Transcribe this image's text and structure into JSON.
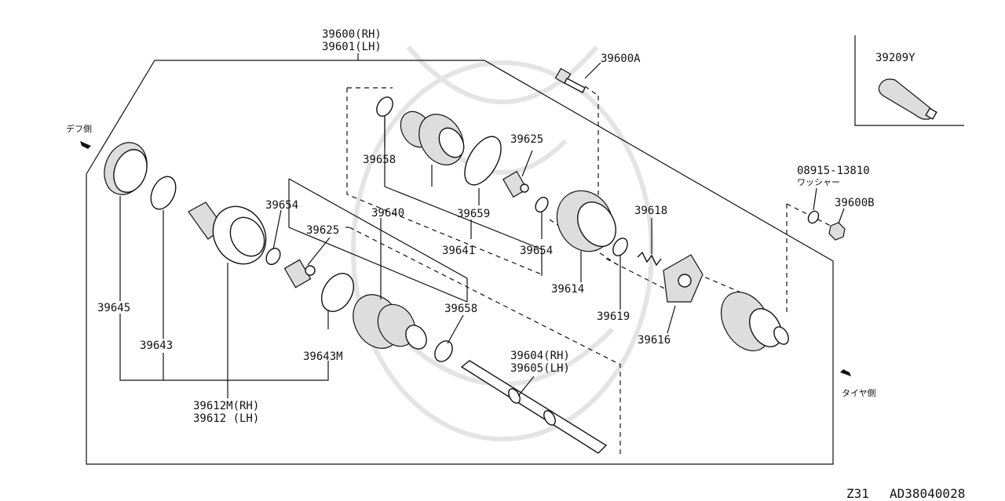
{
  "labels": {
    "p39600": "39600(RH)",
    "p39601": "39601(LH)",
    "p39600A": "39600A",
    "p39209Y": "39209Y",
    "p08915": "08915-13810",
    "washer": "ワッシャー",
    "p39600B": "39600B",
    "p39618": "39618",
    "p39625a": "39625",
    "p39658a": "39658",
    "p39659": "39659",
    "p39641": "39641",
    "p39654a": "39654",
    "p39614": "39614",
    "p39619": "39619",
    "p39616": "39616",
    "p39640": "39640",
    "p39654b": "39654",
    "p39625b": "39625",
    "p39658b": "39658",
    "p39645": "39645",
    "p39643": "39643",
    "p39643M": "39643M",
    "p39604": "39604(RH)",
    "p39605": "39605(LH)",
    "p39612M": "39612M(RH)",
    "p39612": "39612  (LH)",
    "diff_side": "デフ側",
    "tire_side": "タイヤ側",
    "footer_model": "Z31",
    "footer_code": "AD38040028"
  }
}
